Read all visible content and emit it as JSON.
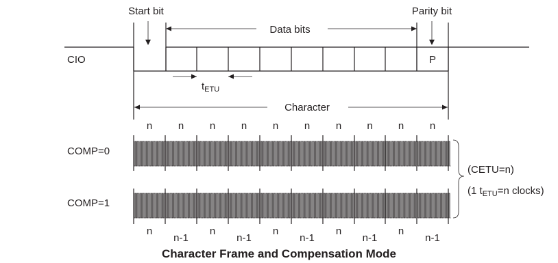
{
  "labels": {
    "start_bit": "Start bit",
    "parity_bit": "Parity bit",
    "data_bits": "Data bits",
    "cio": "CIO",
    "parity_cell": "P",
    "t_main": "t",
    "t_sub": "ETU",
    "character": "Character",
    "comp0": "COMP=0",
    "comp1": "COMP=1",
    "cetu": "(CETU=n)",
    "clocks_prefix": "(1 t",
    "clocks_sub": "ETU",
    "clocks_suffix": "=n clocks)",
    "title": "Character Frame and Compensation Mode"
  },
  "comp0_counts": [
    "n",
    "n",
    "n",
    "n",
    "n",
    "n",
    "n",
    "n",
    "n",
    "n"
  ],
  "comp1_counts": [
    "n",
    "n-1",
    "n",
    "n-1",
    "n",
    "n-1",
    "n",
    "n-1",
    "n",
    "n-1"
  ],
  "colors": {
    "ink": "#231f20",
    "background": "#ffffff"
  }
}
